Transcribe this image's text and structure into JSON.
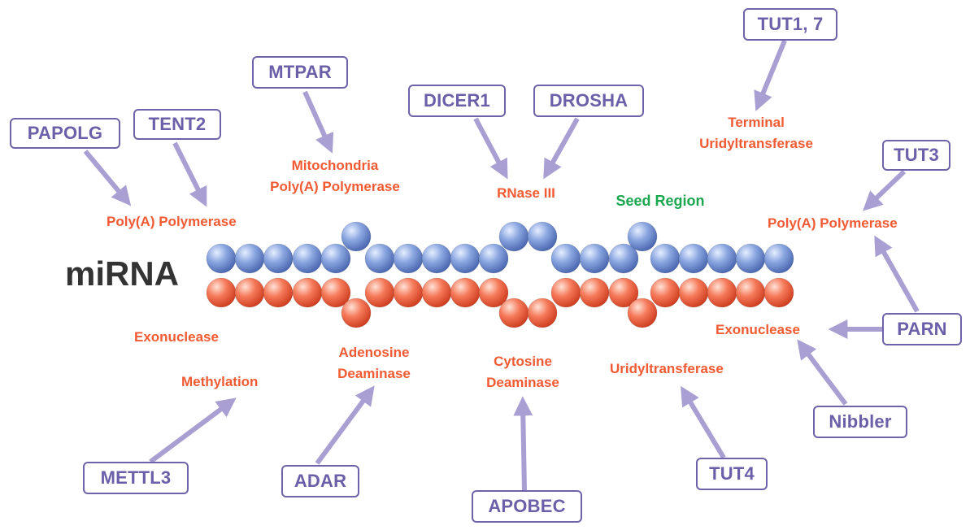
{
  "molecule_label": "miRNA",
  "seed_region": "Seed Region",
  "enzymes": {
    "papolg": "PAPOLG",
    "tent2": "TENT2",
    "mtpar": "MTPAR",
    "dicer1": "DICER1",
    "drosha": "DROSHA",
    "tut1_7": "TUT1, 7",
    "tut3": "TUT3",
    "parn": "PARN",
    "nibbler": "Nibbler",
    "tut4": "TUT4",
    "apobec": "APOBEC",
    "adar": "ADAR",
    "mettl3": "METTL3"
  },
  "activities": {
    "poly_a_left": "Poly(A) Polymerase",
    "mito_line1": "Mitochondria",
    "mito_line2": "Poly(A) Polymerase",
    "rnase": "RNase III",
    "terminal_line1": "Terminal",
    "terminal_line2": "Uridyltransferase",
    "poly_a_right": "Poly(A) Polymerase",
    "exonuclease_right": "Exonuclease",
    "uridyltransferase": "Uridyltransferase",
    "cytosine_line1": "Cytosine",
    "cytosine_line2": "Deaminase",
    "adenosine_line1": "Adenosine",
    "adenosine_line2": "Deaminase",
    "methylation": "Methylation",
    "exonuclease_left": "Exonuclease"
  },
  "colors": {
    "upper_strand": "#6f8fd0",
    "lower_strand": "#f26b4a",
    "enzyme_box": "#6a5fa8",
    "arrow": "#a99fd2",
    "activity_text": "#f15a32",
    "seed_text": "#1aa84f"
  }
}
